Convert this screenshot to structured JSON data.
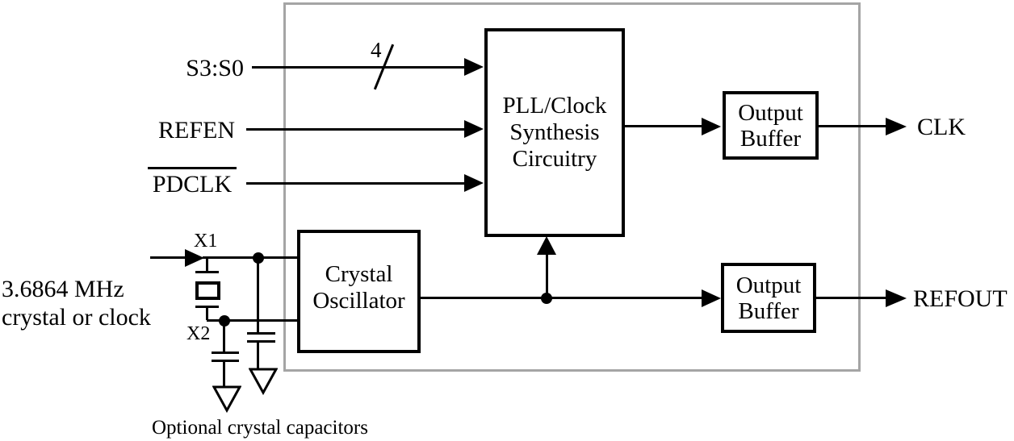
{
  "figure": {
    "type": "block-diagram",
    "background": "#ffffff",
    "line_color": "#000000",
    "module_border_color": "#a5a5a5"
  },
  "inputs": {
    "s3s0": {
      "label": "S3:S0",
      "bus_width": "4"
    },
    "refen": {
      "label": "REFEN"
    },
    "pdclk": {
      "label": "PDCLK",
      "active_low": true
    }
  },
  "outputs": {
    "clk": {
      "label": "CLK"
    },
    "refout": {
      "label": "REFOUT"
    }
  },
  "blocks": {
    "pll": {
      "line1": "PLL/Clock",
      "line2": "Synthesis",
      "line3": "Circuitry"
    },
    "crystal_oscillator": {
      "line1": "Crystal",
      "line2": "Oscillator"
    },
    "output_buffer_clk": {
      "line1": "Output",
      "line2": "Buffer"
    },
    "output_buffer_refout": {
      "line1": "Output",
      "line2": "Buffer"
    }
  },
  "crystal_circuit": {
    "x1_label": "X1",
    "x2_label": "X2",
    "source_line1": "3.6864 MHz",
    "source_line2": "crystal or clock",
    "caption": "Optional crystal capacitors"
  }
}
